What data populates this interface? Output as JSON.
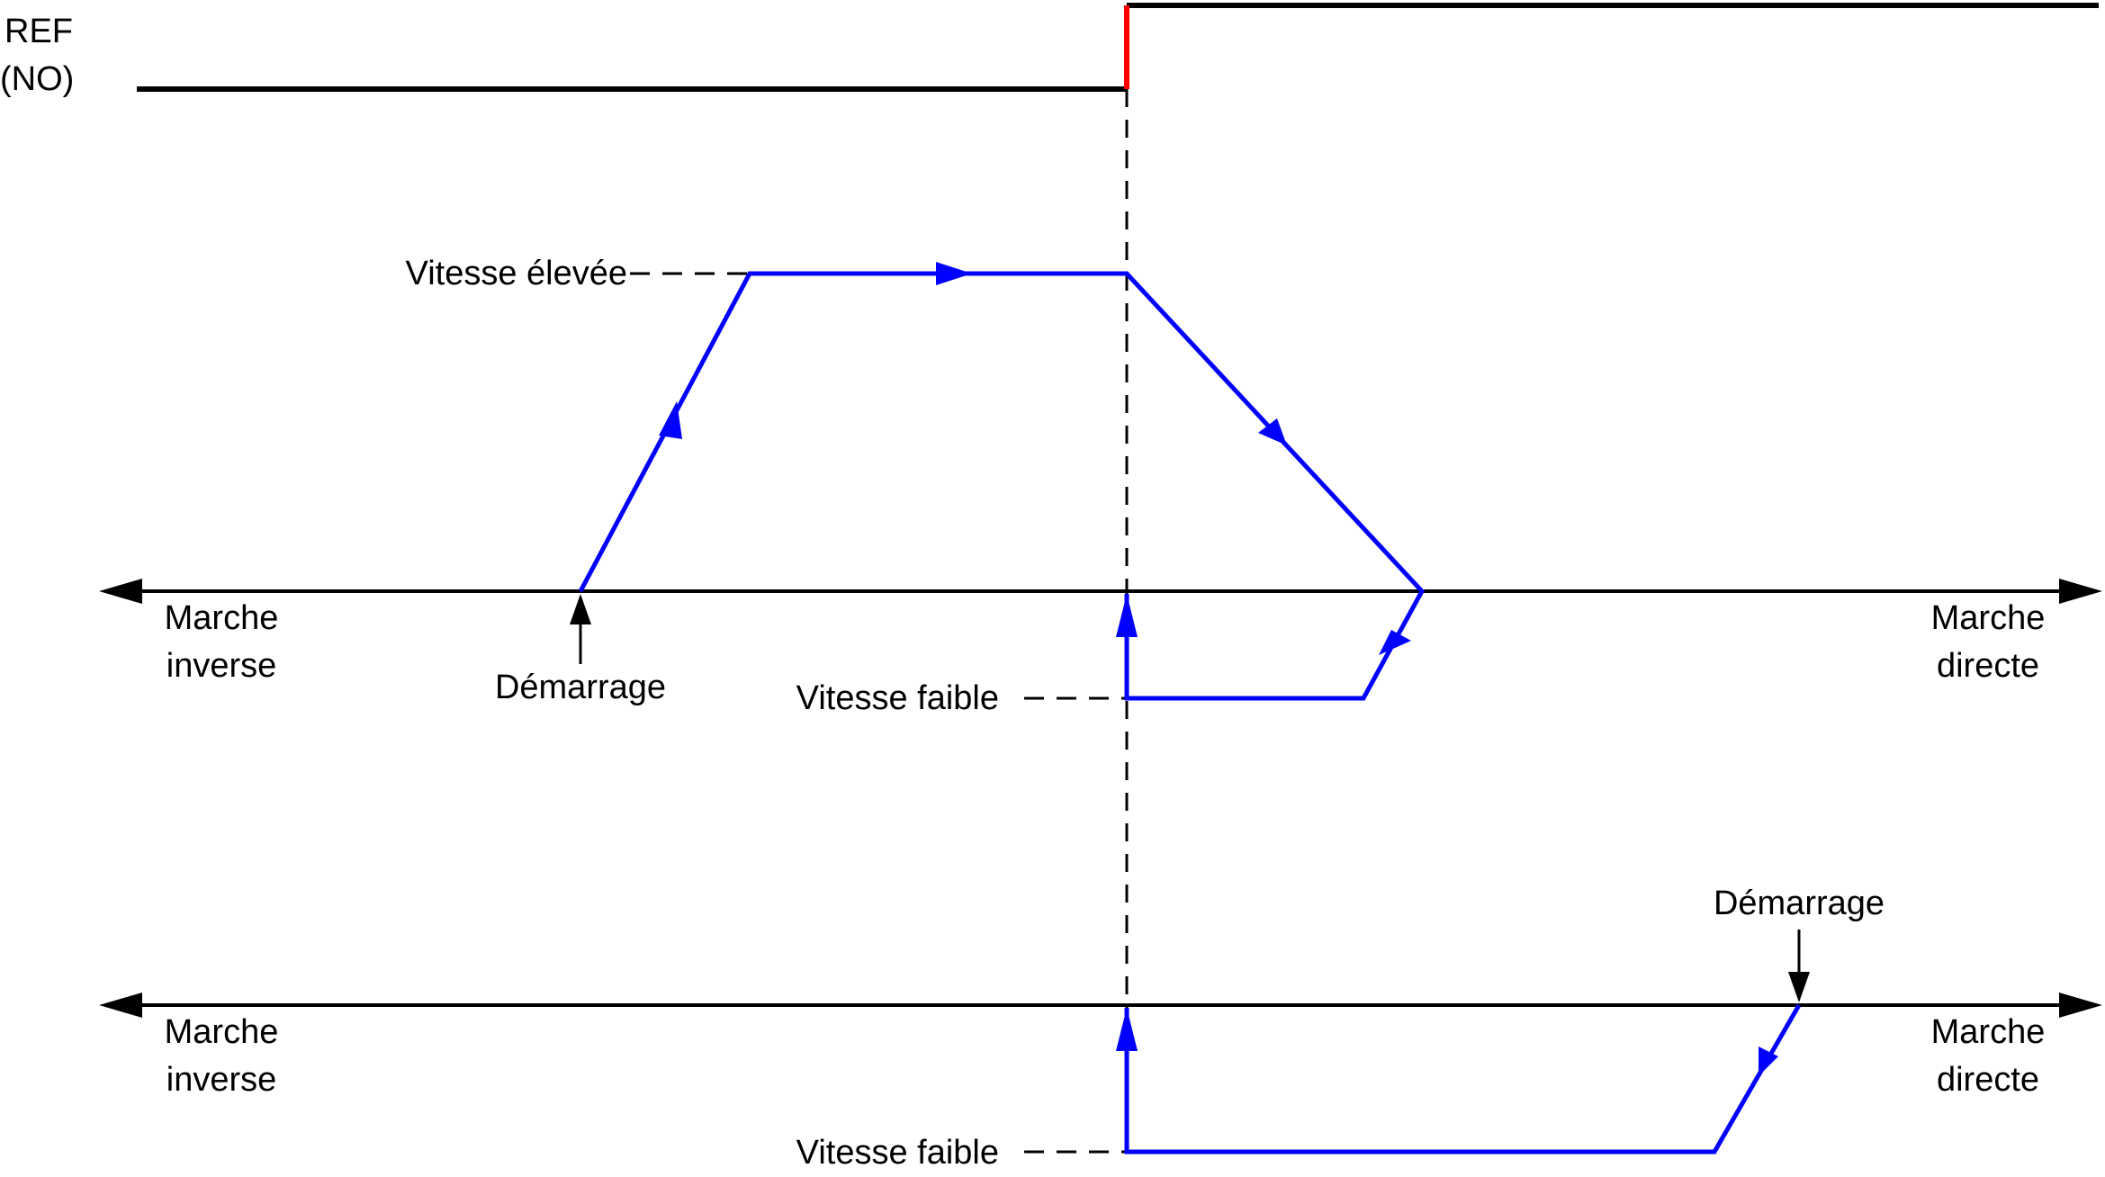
{
  "signal": {
    "label_line1": "REF",
    "label_line2": "(NO)"
  },
  "axis1": {
    "left_label_line1": "Marche",
    "left_label_line2": "inverse",
    "right_label_line1": "Marche",
    "right_label_line2": "directe",
    "start_label": "Démarrage",
    "high_speed_label": "Vitesse élevée",
    "low_speed_label": "Vitesse faible"
  },
  "axis2": {
    "left_label_line1": "Marche",
    "left_label_line2": "inverse",
    "right_label_line1": "Marche",
    "right_label_line2": "directe",
    "start_label": "Démarrage",
    "low_speed_label": "Vitesse faible"
  },
  "colors": {
    "line": "#000000",
    "profile": "#0000ff",
    "edge": "#ff0000"
  }
}
